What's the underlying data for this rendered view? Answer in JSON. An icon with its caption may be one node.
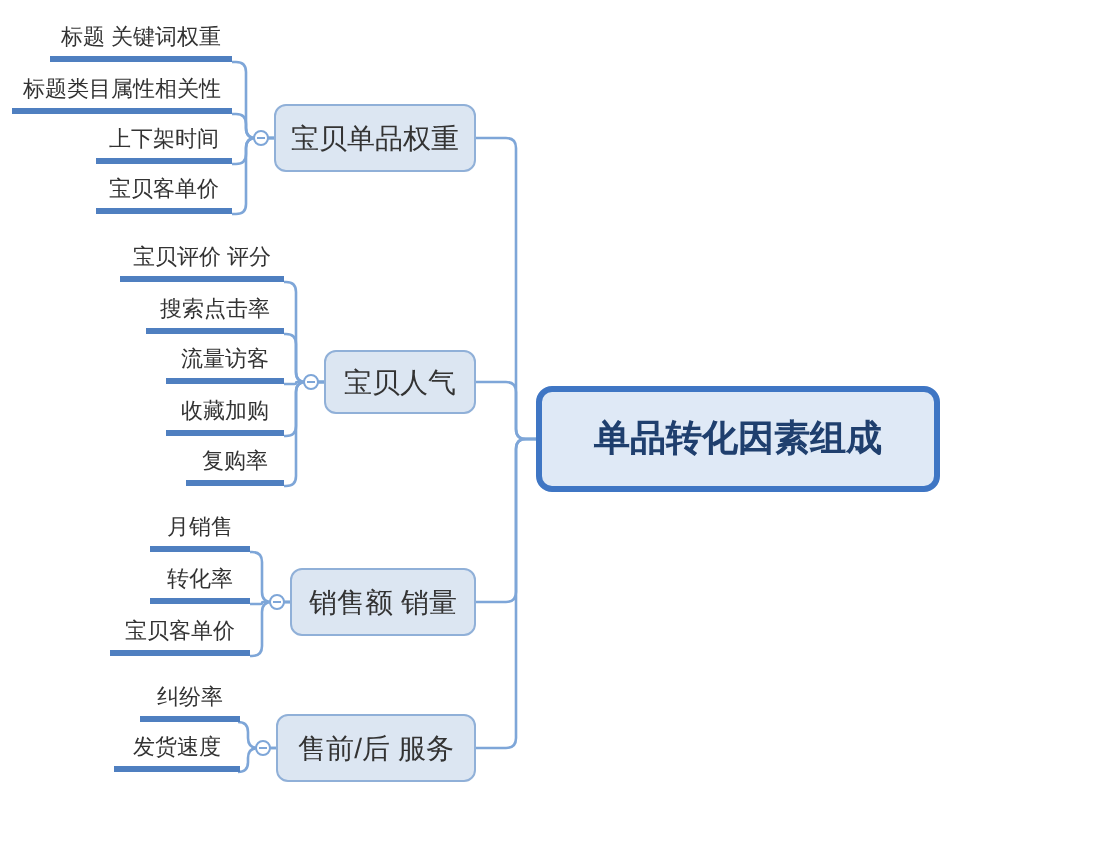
{
  "diagram": {
    "nodes": [
      {
        "text": [
          "单品转化因素组成"
        ]
      },
      {
        "text": [
          "宝贝单品权重"
        ]
      },
      {
        "text": [
          "标题 关键词权重"
        ]
      },
      {
        "text": [
          "标题类目属性相关性"
        ]
      },
      {
        "text": [
          "上下架时间"
        ]
      },
      {
        "text": [
          "宝贝客单价"
        ]
      },
      {
        "text": [
          "宝贝人气"
        ]
      },
      {
        "text": [
          "宝贝评价 评分"
        ]
      },
      {
        "text": [
          "搜索点击率"
        ]
      },
      {
        "text": [
          "流量访客"
        ]
      },
      {
        "text": [
          "收藏加购"
        ]
      },
      {
        "text": [
          "复购率"
        ]
      },
      {
        "text": [
          "销售额 销量"
        ]
      },
      {
        "text": [
          "月销售"
        ]
      },
      {
        "text": [
          "转化率"
        ]
      },
      {
        "text": [
          "宝贝客单价"
        ]
      },
      {
        "text": [
          "售前/后 服务"
        ]
      },
      {
        "text": [
          "纠纷率"
        ]
      },
      {
        "text": [
          "发货速度"
        ]
      }
    ],
    "edges": [
      {
        "from": 0,
        "to": 1,
        "arrow": "none"
      },
      {
        "from": 0,
        "to": 6,
        "arrow": "none"
      },
      {
        "from": 0,
        "to": 12,
        "arrow": "none"
      },
      {
        "from": 0,
        "to": 16,
        "arrow": "none"
      },
      {
        "from": 1,
        "to": 2,
        "arrow": "none"
      },
      {
        "from": 1,
        "to": 3,
        "arrow": "none"
      },
      {
        "from": 1,
        "to": 4,
        "arrow": "none"
      },
      {
        "from": 1,
        "to": 5,
        "arrow": "none"
      },
      {
        "from": 6,
        "to": 7,
        "arrow": "none"
      },
      {
        "from": 6,
        "to": 8,
        "arrow": "none"
      },
      {
        "from": 6,
        "to": 9,
        "arrow": "none"
      },
      {
        "from": 6,
        "to": 10,
        "arrow": "none"
      },
      {
        "from": 6,
        "to": 11,
        "arrow": "none"
      },
      {
        "from": 12,
        "to": 13,
        "arrow": "none"
      },
      {
        "from": 12,
        "to": 14,
        "arrow": "none"
      },
      {
        "from": 12,
        "to": 15,
        "arrow": "none"
      },
      {
        "from": 16,
        "to": 17,
        "arrow": "none"
      },
      {
        "from": 16,
        "to": 18,
        "arrow": "none"
      }
    ]
  }
}
